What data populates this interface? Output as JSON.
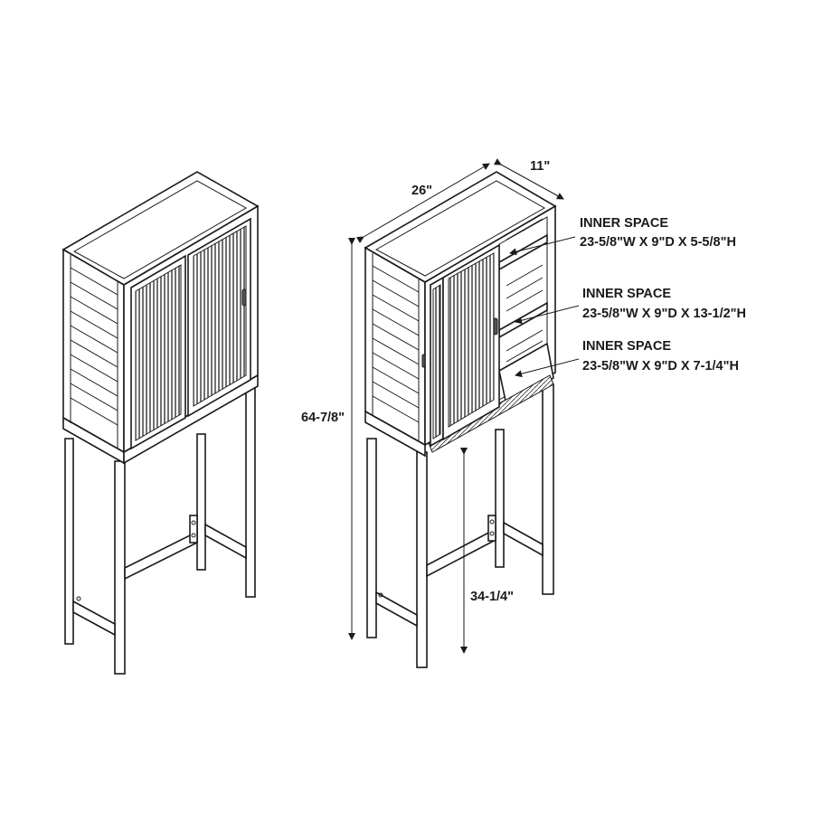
{
  "dimensions": {
    "width": "26\"",
    "depth": "11\"",
    "height": "64-7/8\"",
    "clearance": "34-1/4\""
  },
  "inner_spaces": [
    {
      "title": "INNER SPACE",
      "size": "23-5/8\"W X 9\"D X 5-5/8\"H"
    },
    {
      "title": "INNER SPACE",
      "size": "23-5/8\"W X 9\"D X 13-1/2\"H"
    },
    {
      "title": "INNER SPACE",
      "size": "23-5/8\"W X 9\"D X 7-1/4\"H"
    }
  ]
}
